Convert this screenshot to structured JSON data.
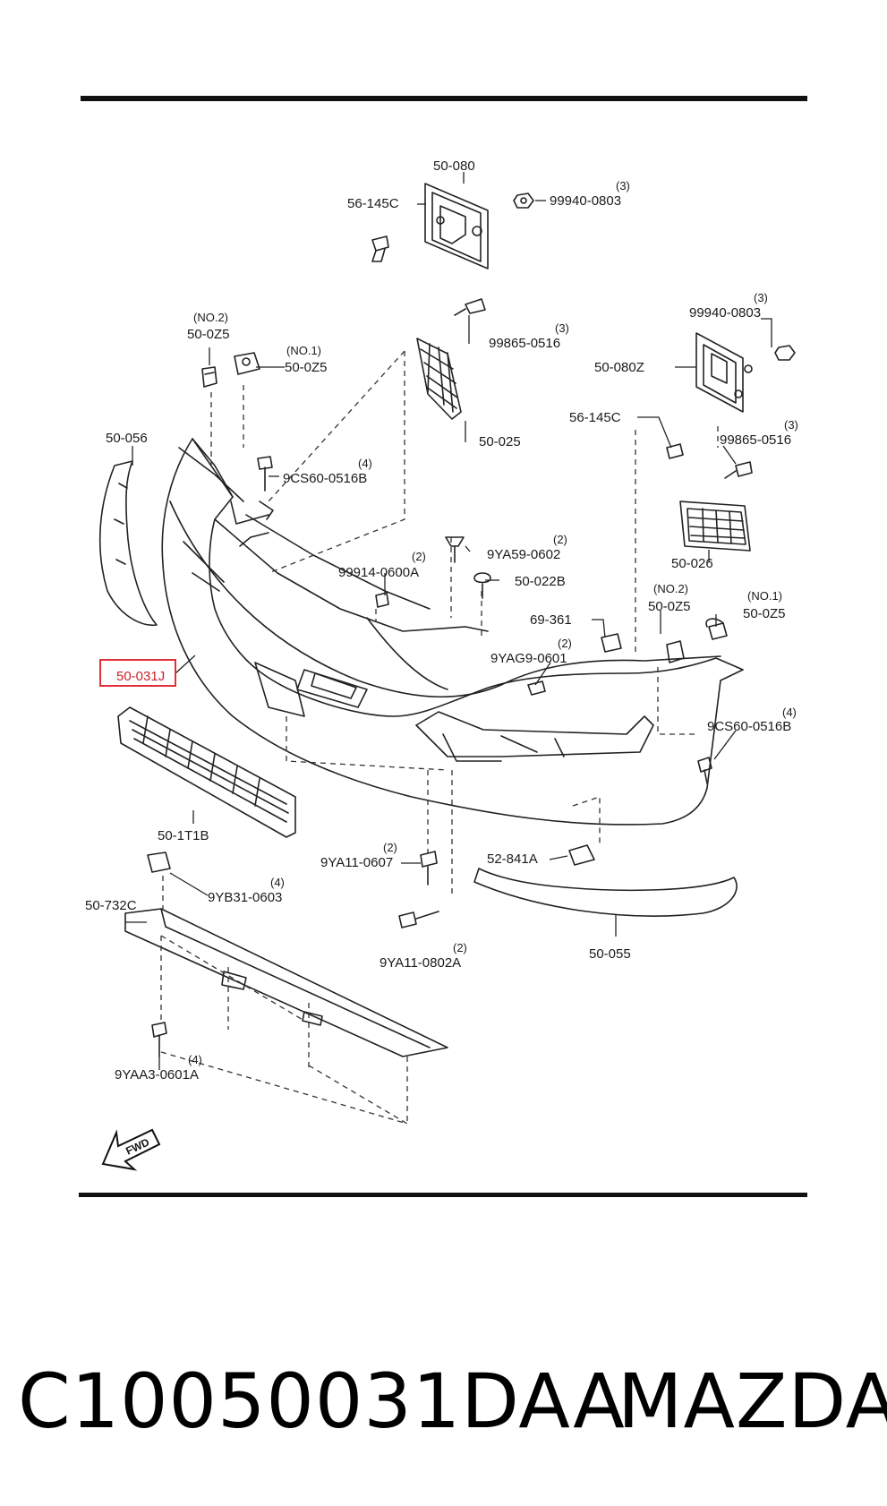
{
  "diagram": {
    "callouts": {
      "c01": {
        "label": "50-080",
        "qty": ""
      },
      "c02": {
        "label": "56-145C",
        "qty": ""
      },
      "c03": {
        "label": "99940-0803",
        "qty": "(3)"
      },
      "c04": {
        "label": "50-0Z5",
        "qty": "(NO.2)"
      },
      "c05": {
        "label": "50-0Z5",
        "qty": "(NO.1)"
      },
      "c06": {
        "label": "99865-0516",
        "qty": "(3)"
      },
      "c07": {
        "label": "99940-0803",
        "qty": "(3)"
      },
      "c08": {
        "label": "50-080Z",
        "qty": ""
      },
      "c09": {
        "label": "56-145C",
        "qty": ""
      },
      "c10": {
        "label": "99865-0516",
        "qty": "(3)"
      },
      "c11": {
        "label": "50-056",
        "qty": ""
      },
      "c12": {
        "label": "50-025",
        "qty": ""
      },
      "c13": {
        "label": "9CS60-0516B",
        "qty": "(4)"
      },
      "c14": {
        "label": "9YA59-0602",
        "qty": "(2)"
      },
      "c15": {
        "label": "99914-0600A",
        "qty": "(2)"
      },
      "c16": {
        "label": "50-022B",
        "qty": ""
      },
      "c17": {
        "label": "50-026",
        "qty": ""
      },
      "c18": {
        "label": "69-361",
        "qty": ""
      },
      "c19": {
        "label": "50-0Z5",
        "qty": "(NO.2)"
      },
      "c20": {
        "label": "50-0Z5",
        "qty": "(NO.1)"
      },
      "c21": {
        "label": "9YAG9-0601",
        "qty": "(2)"
      },
      "c22": {
        "label": "50-031J",
        "qty": ""
      },
      "c23": {
        "label": "9CS60-0516B",
        "qty": "(4)"
      },
      "c24": {
        "label": "50-1T1B",
        "qty": ""
      },
      "c25": {
        "label": "9YA11-0607",
        "qty": "(2)"
      },
      "c26": {
        "label": "52-841A",
        "qty": ""
      },
      "c27": {
        "label": "9YB31-0603",
        "qty": "(4)"
      },
      "c28": {
        "label": "50-732C",
        "qty": ""
      },
      "c29": {
        "label": "9YA11-0802A",
        "qty": "(2)"
      },
      "c30": {
        "label": "50-055",
        "qty": ""
      },
      "c31": {
        "label": "9YAA3-0601A",
        "qty": "(4)"
      }
    },
    "fwd_label": "FWD",
    "highlight_color": "#e0303a"
  },
  "footer": {
    "part_number": "C10050031DAA",
    "brand": "MAZDA"
  }
}
